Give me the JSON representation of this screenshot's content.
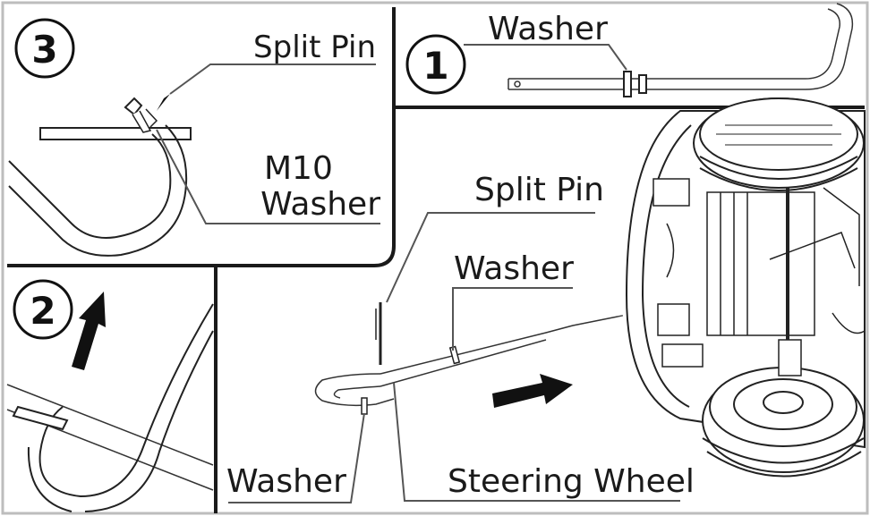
{
  "panels": {
    "step1": {
      "number": "1",
      "labels": {
        "washer": "Washer"
      }
    },
    "step2": {
      "number": "2"
    },
    "step3": {
      "number": "3",
      "labels": {
        "split_pin": "Split Pin",
        "m10_line1": "M10",
        "m10_line2": "Washer"
      }
    },
    "main": {
      "labels": {
        "split_pin": "Split Pin",
        "washer_top": "Washer",
        "washer_bottom": "Washer",
        "steering_wheel": "Steering Wheel"
      }
    }
  },
  "colors": {
    "line": "#222222",
    "panel_border": "#1a1a1a",
    "background": "#ffffff"
  },
  "icons": [
    "arrow-up-icon",
    "arrow-right-icon",
    "car-chassis-illustration"
  ]
}
